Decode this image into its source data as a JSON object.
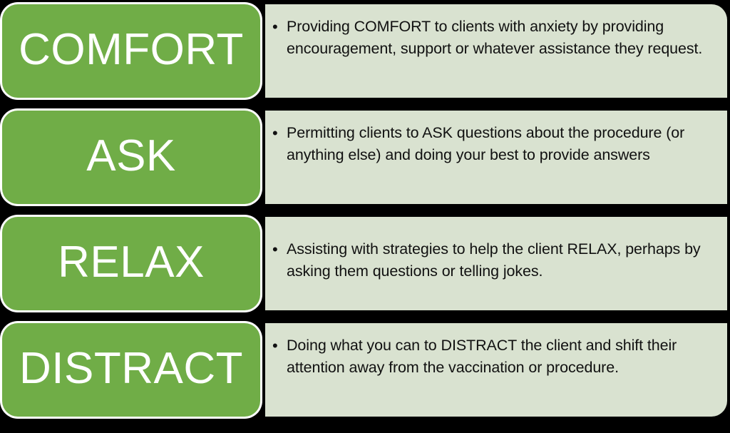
{
  "graphic": {
    "title": "COMFORT ASK RELAX DISTRACT",
    "colors": {
      "label_box": "#70AD47",
      "panel": "#D9E2D0",
      "background": "#000000",
      "label_text": "#FFFFFF",
      "body_text": "#111111"
    },
    "bullet_glyph": "•"
  },
  "rows": [
    {
      "label": "COMFORT",
      "description": "Providing COMFORT to clients with anxiety by providing encouragement, support or whatever assistance they request."
    },
    {
      "label": "ASK",
      "description": "Permitting clients to ASK questions about the procedure (or anything else) and doing your best to provide answers"
    },
    {
      "label": "RELAX",
      "description": "Assisting with strategies to help the client RELAX, perhaps by asking them questions or telling jokes."
    },
    {
      "label": "DISTRACT",
      "description": "Doing what you can to DISTRACT the client and shift their attention away from the vaccination or procedure."
    }
  ]
}
